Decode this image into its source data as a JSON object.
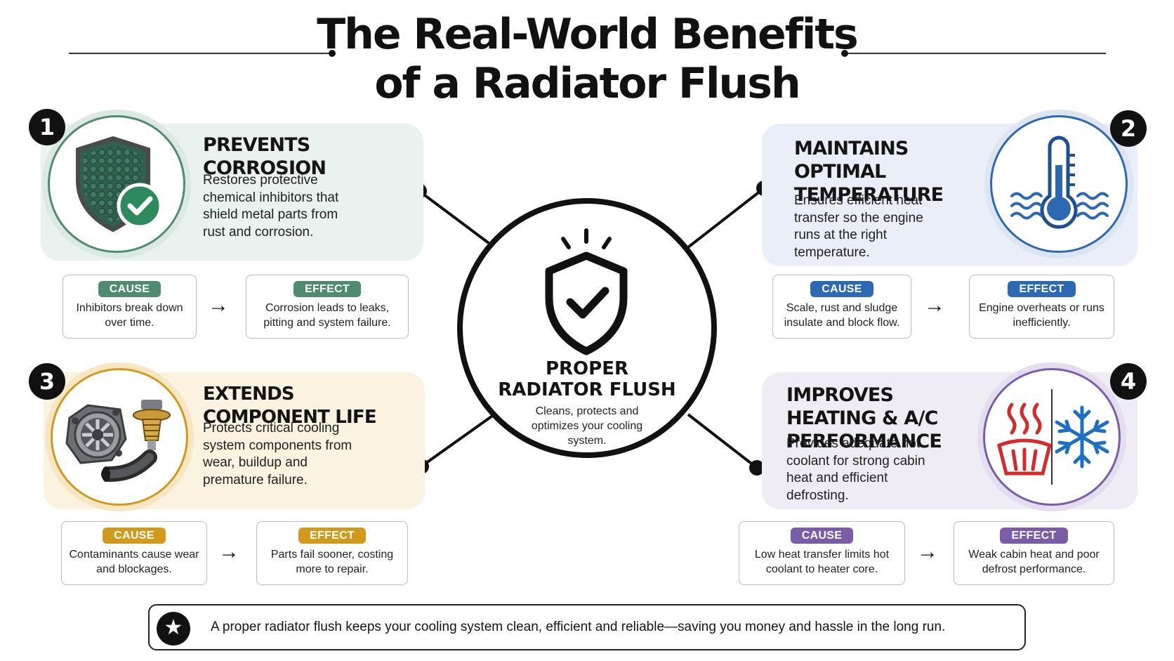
{
  "title": {
    "line1": "The Real-World Benefits",
    "line2": "of a Radiator Flush"
  },
  "center": {
    "title_line1": "PROPER",
    "title_line2": "RADIATOR FLUSH",
    "subtitle": "Cleans, protects and optimizes your cooling system.",
    "icon": "shield-check-icon"
  },
  "benefits": [
    {
      "number": "1",
      "heading": "PREVENTS CORROSION",
      "body": "Restores protective chemical inhibitors that shield metal parts from rust and corrosion.",
      "icon": "shield-check-icon",
      "accent": "#4e8b6f",
      "panel_color": "#e9f2ee",
      "cause_label": "CAUSE",
      "cause_text": "Inhibitors break down over time.",
      "effect_label": "EFFECT",
      "effect_text": "Corrosion leads to leaks, pitting and system failure."
    },
    {
      "number": "2",
      "heading": "MAINTAINS OPTIMAL TEMPERATURE",
      "body": "Ensures efficient heat transfer so the engine runs at the right temperature.",
      "icon": "thermometer-icon",
      "accent": "#2d68b3",
      "panel_color": "#e9eef8",
      "cause_label": "CAUSE",
      "cause_text": "Scale, rust and sludge insulate and block flow.",
      "effect_label": "EFFECT",
      "effect_text": "Engine overheats or runs inefficiently."
    },
    {
      "number": "3",
      "heading": "EXTENDS COMPONENT LIFE",
      "body": "Protects critical cooling system components from wear, buildup and premature failure.",
      "icon": "engine-parts-icon",
      "accent": "#d29a1d",
      "panel_color": "#fcf2e0",
      "cause_label": "CAUSE",
      "cause_text": "Contaminants cause wear and blockages.",
      "effect_label": "EFFECT",
      "effect_text": "Parts fail sooner, costing more to repair."
    },
    {
      "number": "4",
      "heading": "IMPROVES HEATING & A/C PERFORMANCE",
      "body": "Provides adequate hot coolant for strong cabin heat and efficient defrosting.",
      "icon": "heat-snowflake-icon",
      "accent": "#7a5ca8",
      "panel_color": "#f0ecf6",
      "cause_label": "CAUSE",
      "cause_text": "Low heat transfer limits hot coolant to heater core.",
      "effect_label": "EFFECT",
      "effect_text": "Weak cabin heat and poor defrost performance."
    }
  ],
  "footer": {
    "icon": "star-icon",
    "text": "A proper radiator flush keeps your cooling system clean, efficient and reliable—saving you money and hassle in the long run."
  }
}
